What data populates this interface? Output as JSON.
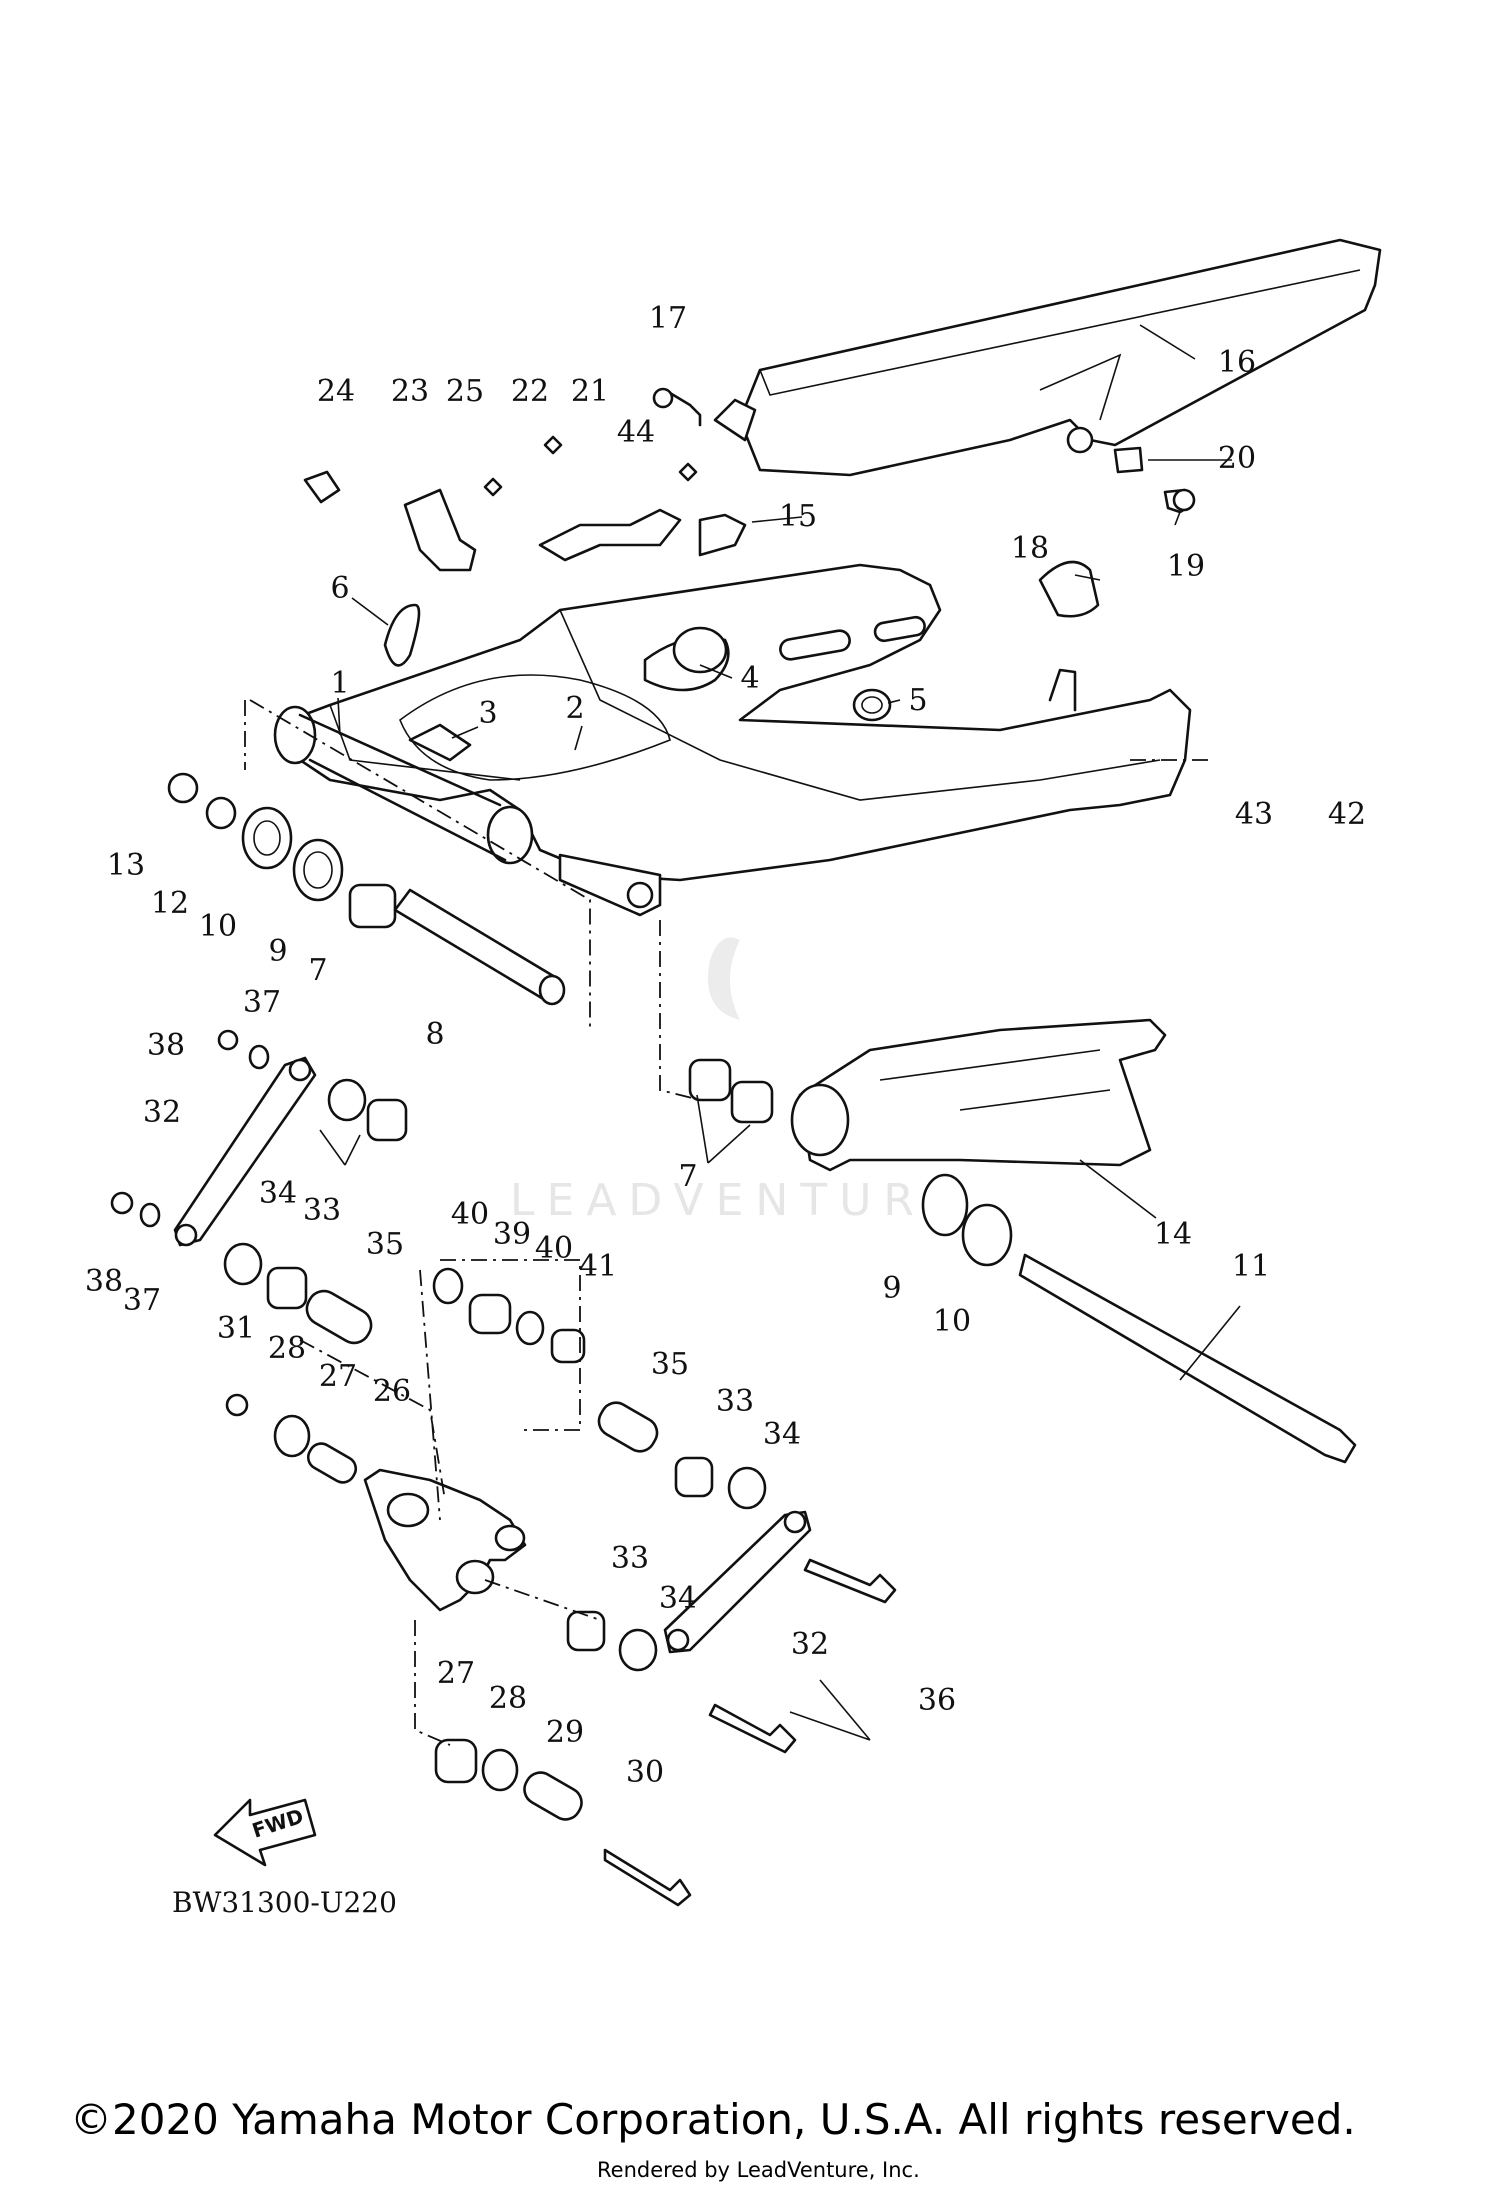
{
  "diagram": {
    "reference_code": "BW31300-U220",
    "fwd_label": "FWD",
    "watermark": "LEADVENTURE",
    "copyright": "©2020 Yamaha Motor Corporation, U.S.A. All rights reserved.",
    "rendered_by": "Rendered by LeadVenture, Inc.",
    "callouts": [
      "1",
      "2",
      "3",
      "4",
      "5",
      "6",
      "7",
      "7",
      "8",
      "9",
      "9",
      "10",
      "10",
      "11",
      "12",
      "13",
      "14",
      "15",
      "16",
      "17",
      "18",
      "19",
      "20",
      "21",
      "22",
      "23",
      "24",
      "25",
      "26",
      "27",
      "27",
      "28",
      "28",
      "29",
      "30",
      "31",
      "32",
      "32",
      "33",
      "33",
      "33",
      "34",
      "34",
      "34",
      "35",
      "35",
      "36",
      "37",
      "37",
      "38",
      "38",
      "39",
      "40",
      "40",
      "41",
      "42",
      "43",
      "44"
    ]
  }
}
